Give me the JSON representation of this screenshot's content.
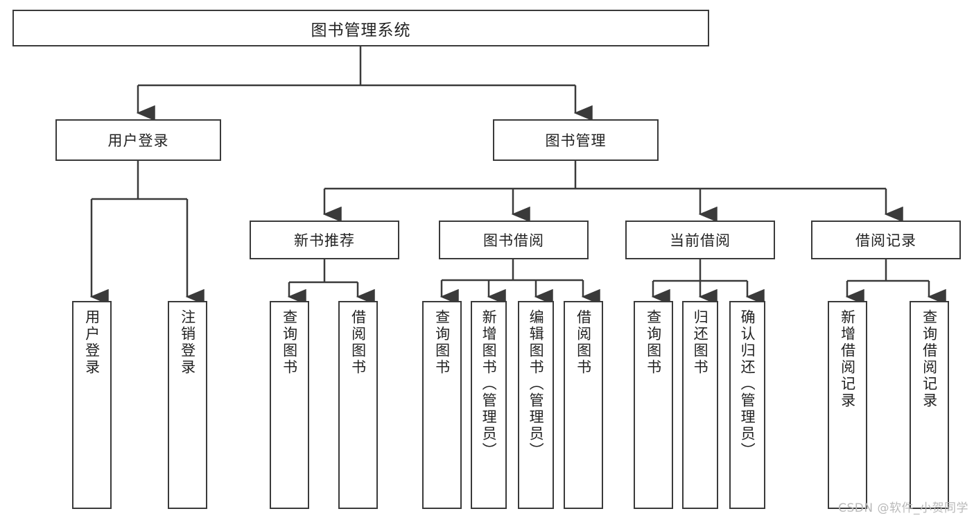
{
  "diagram": {
    "title": "图书管理系统",
    "type": "tree-hierarchy-chart",
    "watermark": "CSDN @软件_小贺同学",
    "colors": {
      "stroke": "#3a3a3a",
      "fill": "#ffffff",
      "text": "#222222",
      "watermark": "#b9b9b9"
    }
  },
  "nodes": {
    "root": {
      "label": "图书管理系统"
    },
    "level2": [
      {
        "id": "user-login",
        "label": "用户登录"
      },
      {
        "id": "book-manage",
        "label": "图书管理"
      }
    ],
    "level3": [
      {
        "id": "new-book-recommend",
        "label": "新书推荐"
      },
      {
        "id": "book-borrow",
        "label": "图书借阅"
      },
      {
        "id": "current-borrow",
        "label": "当前借阅"
      },
      {
        "id": "borrow-record",
        "label": "借阅记录"
      }
    ],
    "leaves": {
      "user-login": [
        {
          "id": "leaf-user-login",
          "label": "用户登录"
        },
        {
          "id": "leaf-logout-login",
          "label": "注销登录"
        }
      ],
      "new-book-recommend": [
        {
          "id": "leaf-query-book-1",
          "label": "查询图书"
        },
        {
          "id": "leaf-borrow-book-1",
          "label": "借阅图书"
        }
      ],
      "book-borrow": [
        {
          "id": "leaf-query-book-2",
          "label": "查询图书"
        },
        {
          "id": "leaf-add-book",
          "label": "新增图书（管理员）"
        },
        {
          "id": "leaf-edit-book",
          "label": "编辑图书（管理员）"
        },
        {
          "id": "leaf-borrow-book-2",
          "label": "借阅图书"
        }
      ],
      "current-borrow": [
        {
          "id": "leaf-query-book-3",
          "label": "查询图书"
        },
        {
          "id": "leaf-return-book",
          "label": "归还图书"
        },
        {
          "id": "leaf-confirm-return",
          "label": "确认归还（管理员）"
        }
      ],
      "borrow-record": [
        {
          "id": "leaf-add-record",
          "label": "新增借阅记录"
        },
        {
          "id": "leaf-query-record",
          "label": "查询借阅记录"
        }
      ]
    }
  }
}
